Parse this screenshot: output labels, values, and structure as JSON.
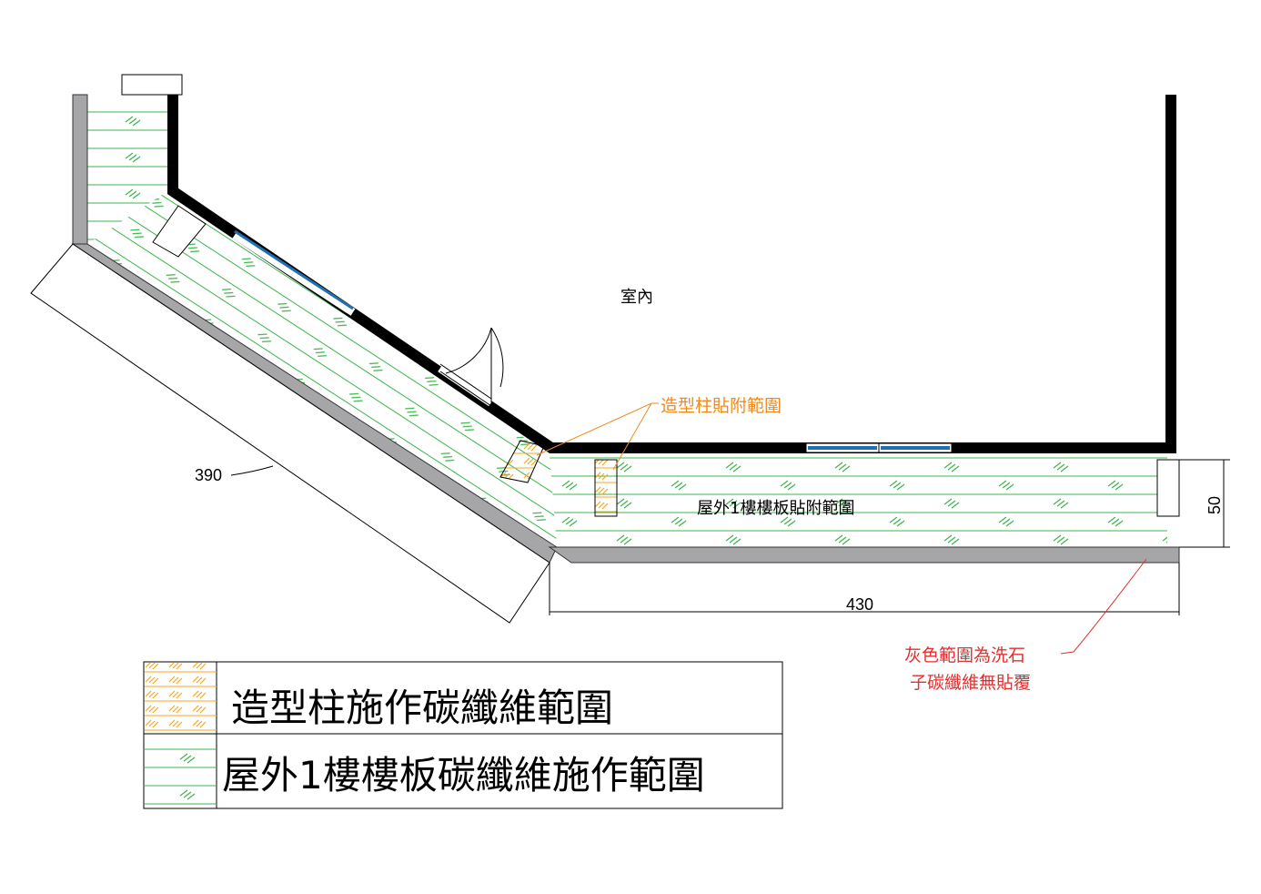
{
  "labels": {
    "indoor": "室內",
    "column_callout": "造型柱貼附範圍",
    "floor_slab": "屋外1樓樓板貼附範圍",
    "gray_note_line1": "灰色範圍為洗石",
    "gray_note_line2": "子碳纖維無貼覆"
  },
  "dimensions": {
    "diagonal": "390",
    "bottom": "430",
    "right": "50"
  },
  "legend": [
    {
      "label": "造型柱施作碳纖維範圍",
      "hatch": "orange"
    },
    {
      "label": "屋外1樓樓板碳纖維施作範圍",
      "hatch": "green"
    }
  ],
  "colors": {
    "wall": "#000000",
    "gray_band": "#a6a6a8",
    "green_hatch": "#3cb44b",
    "orange_hatch": "#f5a623",
    "window_blue": "#1f6fb2",
    "callout_orange": "#f08a1c",
    "note_red": "#e03030"
  }
}
